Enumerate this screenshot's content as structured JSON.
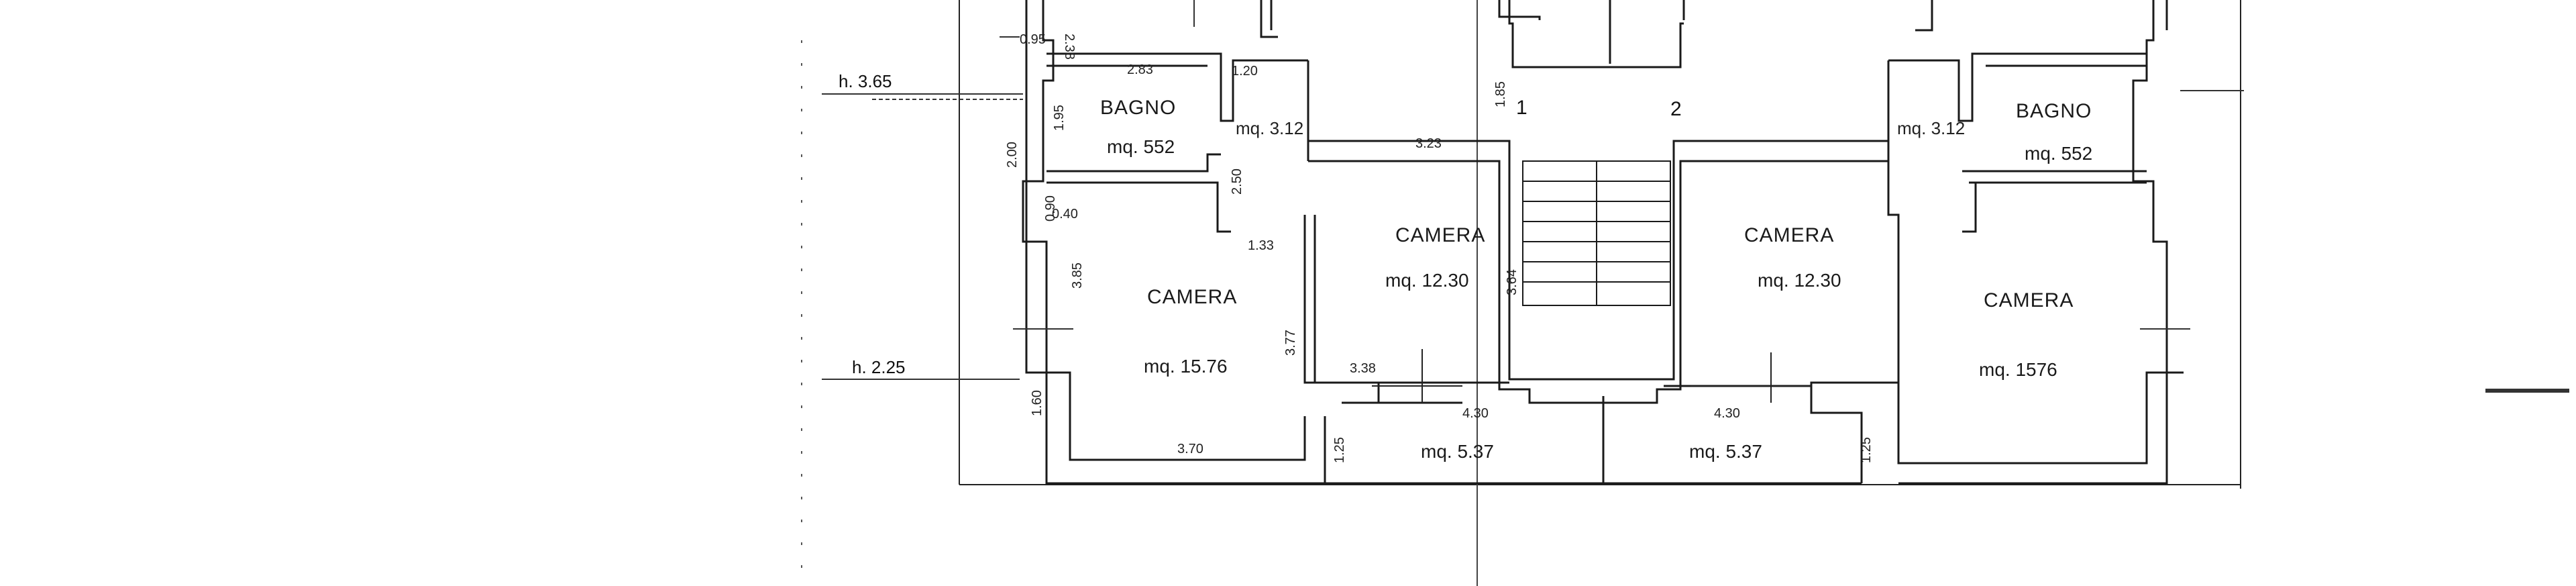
{
  "plan": {
    "rooms": {
      "bagno_left": "BAGNO",
      "bagno_left_area": "mq. 552",
      "bagno_right": "BAGNO",
      "bagno_right_area": "mq. 552",
      "camera_left": "CAMERA",
      "camera_left_area": "mq. 15.76",
      "camera_mid_left": "CAMERA",
      "camera_mid_left_area": "mq. 12.30",
      "camera_mid_right": "CAMERA",
      "camera_mid_right_area": "mq. 12.30",
      "camera_right": "CAMERA",
      "camera_right_area": "mq. 1576",
      "balcony_left_area": "mq. 5.37",
      "balcony_right_area": "mq. 5.37"
    },
    "heights": {
      "h_upper": "h. 3.65",
      "h_lower": "h. 2.25"
    },
    "corridor_areas": {
      "left": "mq. 3.12",
      "right": "mq. 3.12"
    },
    "stair_numbers": {
      "one": "1",
      "two": "2"
    },
    "dimensions": {
      "d_095": "0.95",
      "d_238": "2.38",
      "d_283": "2.83",
      "d_120": "1.20",
      "d_323": "3.23",
      "d_133": "1.33",
      "d_338": "3.38",
      "d_370": "3.70",
      "d_430a": "4.30",
      "d_430b": "4.30",
      "d_125a": "1.25",
      "d_125b": "1.25",
      "d_195": "1.95",
      "d_200": "2.00",
      "d_377": "3.77",
      "d_364": "3.64",
      "d_385": "3.85",
      "d_160": "1.60",
      "d_090": "0.90",
      "d_040": "0.40",
      "d_185": "1.85",
      "d_250": "2.50"
    }
  }
}
